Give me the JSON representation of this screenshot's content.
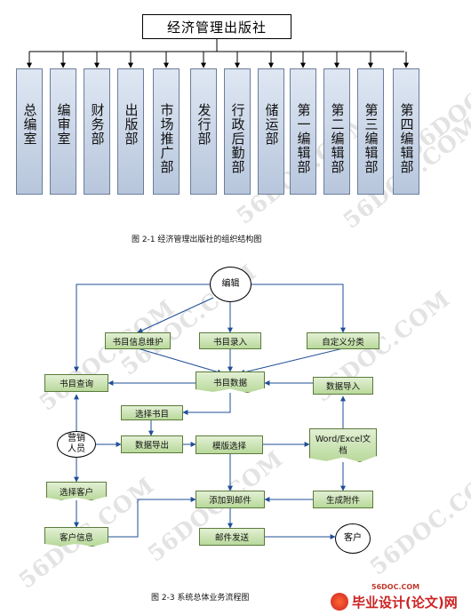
{
  "org_chart": {
    "root": "经济管理出版社",
    "departments": [
      "总编室",
      "编审室",
      "财务部",
      "出版部",
      "市场推广部",
      "发行部",
      "行政后勤部",
      "储运部",
      "第一编辑部",
      "第二编辑部",
      "第三编辑部",
      "第四编辑部"
    ],
    "caption": "图 2-1    经济管理出版社的组织结构图"
  },
  "flow_chart": {
    "nodes": {
      "editor": "编辑",
      "maintain": "书目信息维护",
      "entry": "书目录入",
      "custom_class": "自定义分类",
      "query": "书目查询",
      "book_data": "书目数据",
      "import": "数据导入",
      "select_book": "选择书目",
      "sales": "营销\n人员",
      "export": "数据导出",
      "template": "模版选择",
      "wordexcel": "Word/Excel文\n档",
      "select_client": "选择客户",
      "add_mail": "添加到邮件",
      "gen_attach": "生成附件",
      "client_info": "客户信息",
      "send_mail": "邮件发送",
      "client": "客户"
    },
    "caption": "图 2-3    系统总体业务流程图"
  },
  "watermarks": [
    "56DOC.COM",
    "56DOC.COM",
    "56DOC.COM",
    "56DOC.COM",
    "56DOC.COM",
    "56DOC.COM",
    "56DOC.COM",
    "56DOC.COM",
    "56DOC.COM"
  ],
  "footer": {
    "site": "56DOC.COM",
    "brand": "毕业设计(论文)网"
  }
}
